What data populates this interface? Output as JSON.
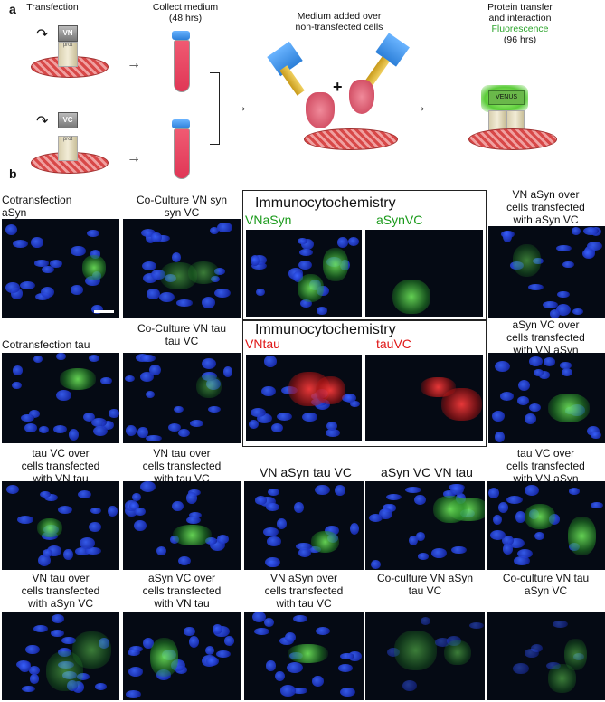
{
  "panel_a": {
    "label": "a",
    "transfection": "Transfection",
    "collect_medium": "Collect medium",
    "collect_time": "(48 hrs)",
    "medium_added": "Medium added over",
    "non_transfected": "non-transfected cells",
    "protein_transfer": "Protein transfer",
    "and_interaction": "and interaction",
    "fluorescence": "Fluorescence",
    "fluor_time": "(96 hrs)",
    "vn_tag": "VN",
    "vc_tag": "VC",
    "prot_tag": "prot",
    "venus_tag": "VENUS",
    "plus": "+",
    "colors": {
      "fluorescence": "#2ea52e"
    }
  },
  "panel_b": {
    "label": "b",
    "immuno_title_1": "Immunocytochemistry",
    "immuno_title_2": "Immunocytochemistry",
    "vnasyn": "VNaSyn",
    "asynvc": "aSynVC",
    "vntau": "VNtau",
    "tauvc": "tauVC",
    "captions": {
      "r1c1_l1": "Cotransfection",
      "r1c1_l2": "aSyn",
      "r1c2_l1": "Co-Culture VN syn",
      "r1c2_l2": "syn VC",
      "r1c5_l1": "VN aSyn over",
      "r1c5_l2": "cells transfected",
      "r1c5_l3": "with aSyn VC",
      "r2c1": "Cotransfection tau",
      "r2c2_l1": "Co-Culture VN tau",
      "r2c2_l2": "tau VC",
      "r2c5_l1": "aSyn VC over",
      "r2c5_l2": "cells transfected",
      "r2c5_l3": "with VN aSyn",
      "r3c1_l1": "tau VC over",
      "r3c1_l2": "cells transfected",
      "r3c1_l3": "with VN tau",
      "r3c2_l1": "VN tau over",
      "r3c2_l2": "cells transfected",
      "r3c2_l3": "with tau VC",
      "r3c3": "VN aSyn tau VC",
      "r3c4": "aSyn VC VN tau",
      "r3c5_l1": "tau VC over",
      "r3c5_l2": "cells transfected",
      "r3c5_l3": "with VN aSyn",
      "r4c1_l1": "VN tau over",
      "r4c1_l2": "cells transfected",
      "r4c1_l3": "with aSyn VC",
      "r4c2_l1": "aSyn VC over",
      "r4c2_l2": "cells transfected",
      "r4c2_l3": "with VN tau",
      "r4c3_l1": "VN aSyn over",
      "r4c3_l2": "cells transfected",
      "r4c3_l3": "with tau VC",
      "r4c4_l1": "Co-culture VN aSyn",
      "r4c4_l2": "tau VC",
      "r4c5_l1": "Co-culture VN tau",
      "r4c5_l2": "aSyn VC"
    },
    "colors": {
      "green_label": "#1a9a1a",
      "red_label": "#e01818"
    }
  }
}
